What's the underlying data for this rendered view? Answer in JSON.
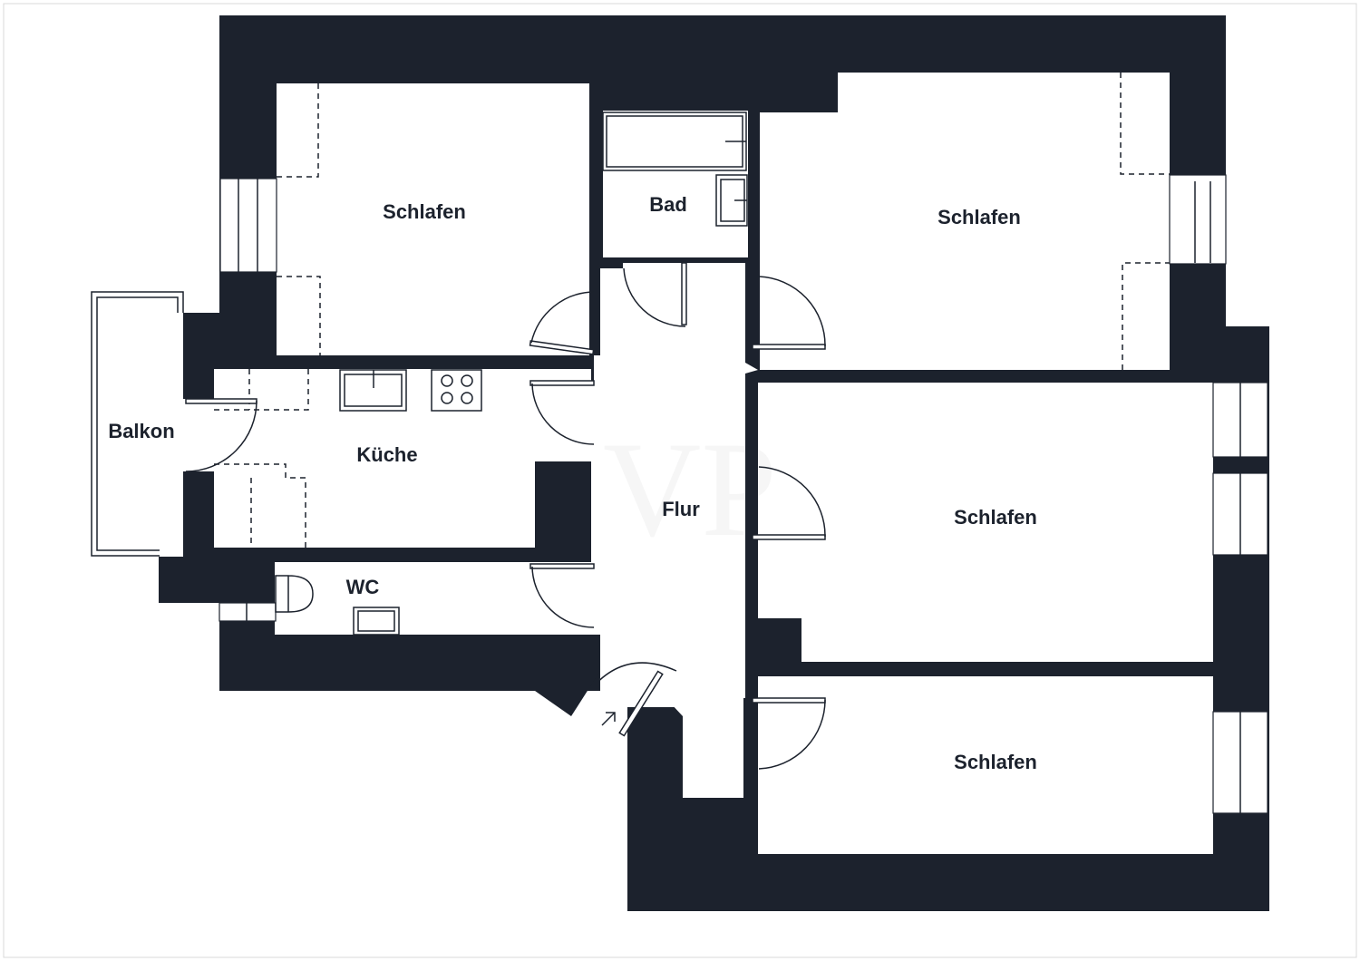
{
  "floor_plan": {
    "watermark": "VP",
    "rooms": [
      {
        "id": "schlafen_nw",
        "label": "Schlafen"
      },
      {
        "id": "bad",
        "label": "Bad"
      },
      {
        "id": "schlafen_ne",
        "label": "Schlafen"
      },
      {
        "id": "balkon",
        "label": "Balkon"
      },
      {
        "id": "kueche",
        "label": "Küche"
      },
      {
        "id": "flur",
        "label": "Flur"
      },
      {
        "id": "schlafen_e",
        "label": "Schlafen"
      },
      {
        "id": "wc",
        "label": "WC"
      },
      {
        "id": "schlafen_se",
        "label": "Schlafen"
      }
    ],
    "entrance_icon": "entrance-arrow-icon",
    "colors": {
      "wall": "#1c222d",
      "background": "#ffffff"
    }
  }
}
